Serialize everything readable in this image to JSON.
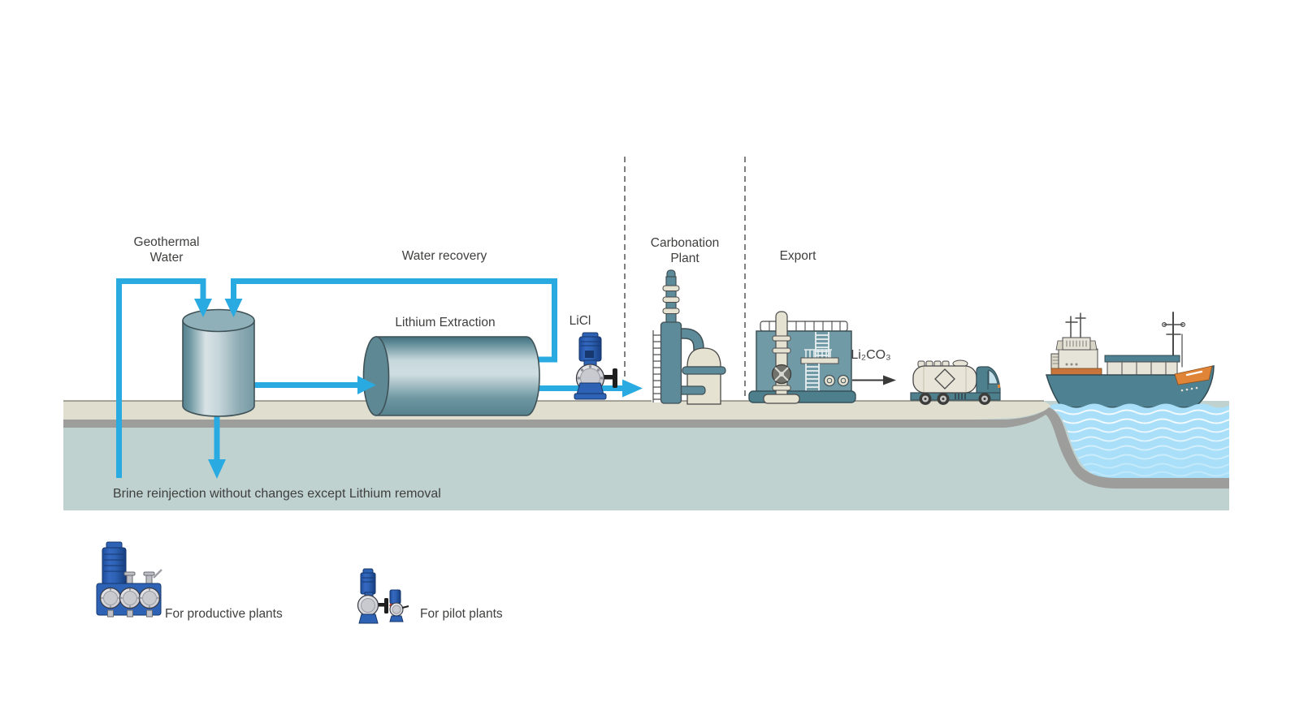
{
  "diagram": {
    "labels": {
      "geothermal_water_line1": "Geothermal",
      "geothermal_water_line2": "Water",
      "water_recovery": "Water recovery",
      "lithium_extraction": "Lithium Extraction",
      "licl": "LiCl",
      "carbonation_line1": "Carbonation",
      "carbonation_line2": "Plant",
      "export": "Export",
      "li2co3": "Li₂CO₃",
      "brine_note": "Brine reinjection without changes except Lithium removal"
    },
    "legend": {
      "productive": "For productive plants",
      "pilot": "For pilot plants"
    },
    "colors": {
      "pipe_accent": "#29ABE2",
      "text": "#3F3F3E",
      "ground_surface": "#DFDECF",
      "ground_layer": "#9D9D9C",
      "underground": "#BFD2D0",
      "sea": "#A9DFF8",
      "equipment_teal": "#5E8B99",
      "equipment_cream": "#E6E2D2",
      "pump_blue": "#2E62B5",
      "ship_orange": "#E08437"
    }
  }
}
